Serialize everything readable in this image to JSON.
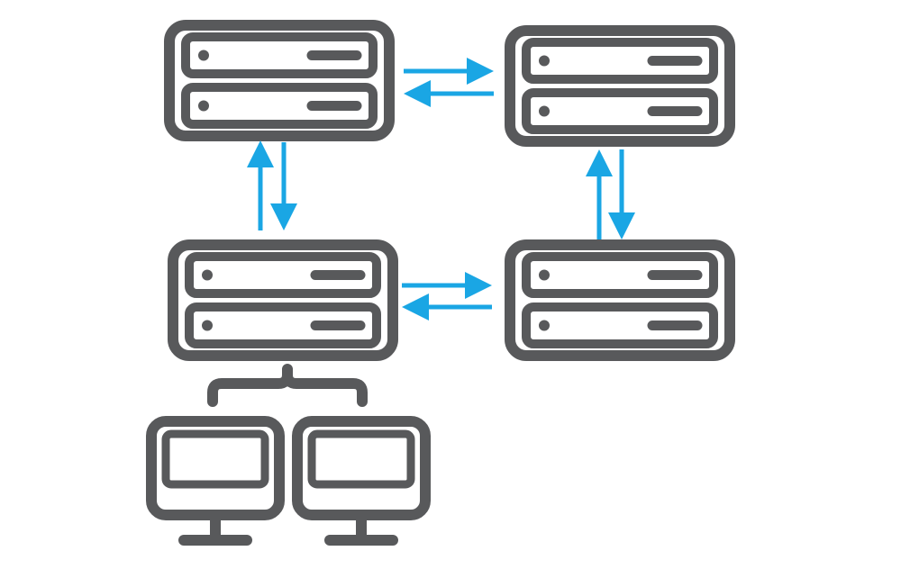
{
  "colors": {
    "icon": "#58595b",
    "arrow": "#1aa6e4",
    "background": "#ffffff"
  },
  "nodes": [
    {
      "id": "server-top-left",
      "icon": "server-rack-icon",
      "units": 2
    },
    {
      "id": "server-top-right",
      "icon": "server-rack-icon",
      "units": 2
    },
    {
      "id": "server-bottom-left",
      "icon": "server-rack-icon",
      "units": 2
    },
    {
      "id": "server-bottom-right",
      "icon": "server-rack-icon",
      "units": 2
    },
    {
      "id": "monitor-left",
      "icon": "desktop-monitor-icon"
    },
    {
      "id": "monitor-right",
      "icon": "desktop-monitor-icon"
    }
  ],
  "edges": [
    {
      "from": "server-top-left",
      "to": "server-top-right",
      "type": "bidirectional",
      "icon": "arrow-pair-icon"
    },
    {
      "from": "server-top-left",
      "to": "server-bottom-left",
      "type": "bidirectional",
      "icon": "arrow-pair-icon"
    },
    {
      "from": "server-top-right",
      "to": "server-bottom-right",
      "type": "bidirectional",
      "icon": "arrow-pair-icon"
    },
    {
      "from": "server-bottom-left",
      "to": "server-bottom-right",
      "type": "bidirectional",
      "icon": "arrow-pair-icon"
    },
    {
      "from": "server-bottom-left",
      "to": "monitor-left",
      "type": "branch",
      "icon": "curly-bracket-icon"
    },
    {
      "from": "server-bottom-left",
      "to": "monitor-right",
      "type": "branch",
      "icon": "curly-bracket-icon"
    }
  ]
}
